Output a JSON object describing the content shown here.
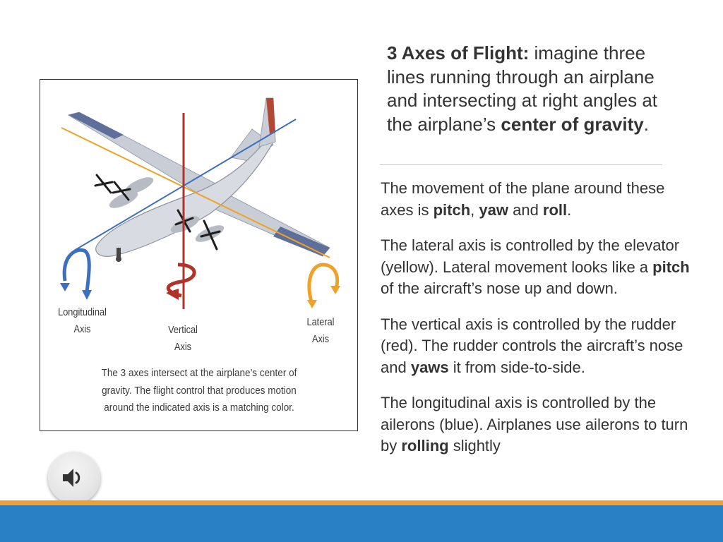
{
  "slide": {
    "title_bold": "3 Axes of Flight:",
    "title_rest": " imagine three lines running through an airplane and intersecting at right angles at the airplane’s ",
    "title_bold2": "center of gravity",
    "title_end": ".",
    "paragraphs": [
      [
        {
          "t": "The movement of the plane around these axes is ",
          "b": false
        },
        {
          "t": "pitch",
          "b": true
        },
        {
          "t": ", ",
          "b": false
        },
        {
          "t": "yaw",
          "b": true
        },
        {
          "t": " and ",
          "b": false
        },
        {
          "t": "roll",
          "b": true
        },
        {
          "t": ".",
          "b": false
        }
      ],
      [
        {
          "t": "The lateral axis is controlled by the elevator (yellow). Lateral movement looks like a ",
          "b": false
        },
        {
          "t": "pitch",
          "b": true
        },
        {
          "t": " of the aircraft’s nose up and down.",
          "b": false
        }
      ],
      [
        {
          "t": "The vertical axis is controlled by the rudder (red). The rudder controls the aircraft’s nose and ",
          "b": false
        },
        {
          "t": "yaws",
          "b": true
        },
        {
          "t": " it from side-to-side.",
          "b": false
        }
      ],
      [
        {
          "t": "The longitudinal axis is controlled by the ailerons (blue). Airplanes use ailerons to turn by ",
          "b": false
        },
        {
          "t": "rolling",
          "b": true
        },
        {
          "t": " slightly",
          "b": false
        }
      ]
    ]
  },
  "figure": {
    "label_longitudinal": "Longitudinal\nAxis",
    "label_vertical": "Vertical\nAxis",
    "label_lateral": "Lateral\nAxis",
    "caption": "The 3 axes intersect at the airplane’s center of gravity. The flight control that produces motion around the indicated axis is a matching color.",
    "colors": {
      "longitudinal": "#3d6fc0",
      "vertical": "#b03228",
      "lateral": "#eea226"
    }
  },
  "audio": {
    "icon": "speaker-icon"
  },
  "theme": {
    "accent_orange": "#f0a030",
    "footer_blue": "#2980c4"
  }
}
